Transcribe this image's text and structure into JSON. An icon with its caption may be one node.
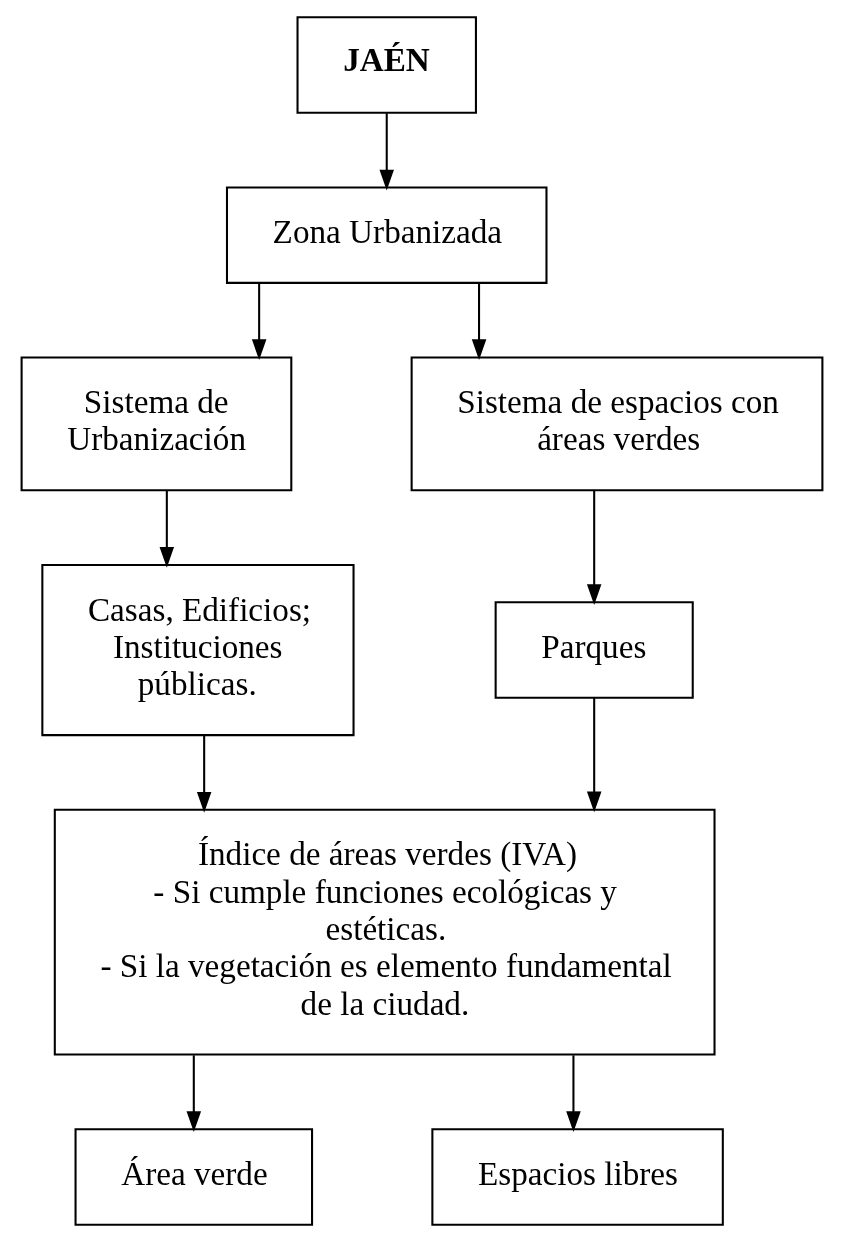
{
  "diagram": {
    "nodes": [
      {
        "text": [
          "JAÉN"
        ]
      },
      {
        "text": [
          "Zona Urbanizada"
        ]
      },
      {
        "text": [
          "Sistema de Urbanización"
        ]
      },
      {
        "text": [
          "Sistema de espacios con áreas verdes"
        ]
      },
      {
        "text": [
          "Casas, Edificios; Instituciones públicas."
        ]
      },
      {
        "text": [
          "Parques"
        ]
      },
      {
        "text": [
          "Índice de áreas verdes (IVA)",
          "- Si cumple funciones ecológicas y estéticas.",
          "- Si la vegetación es elemento fundamental de la ciudad."
        ]
      },
      {
        "text": [
          "Área verde"
        ]
      },
      {
        "text": [
          "Espacios libres"
        ]
      }
    ],
    "edges": [
      {
        "from": 0,
        "to": 1,
        "arrow": "to"
      },
      {
        "from": 1,
        "to": 2,
        "arrow": "to"
      },
      {
        "from": 1,
        "to": 3,
        "arrow": "to"
      },
      {
        "from": 2,
        "to": 4,
        "arrow": "to"
      },
      {
        "from": 3,
        "to": 5,
        "arrow": "to"
      },
      {
        "from": 4,
        "to": 6,
        "arrow": "to"
      },
      {
        "from": 5,
        "to": 6,
        "arrow": "to"
      },
      {
        "from": 6,
        "to": 7,
        "arrow": "to"
      },
      {
        "from": 6,
        "to": 8,
        "arrow": "to"
      }
    ]
  }
}
